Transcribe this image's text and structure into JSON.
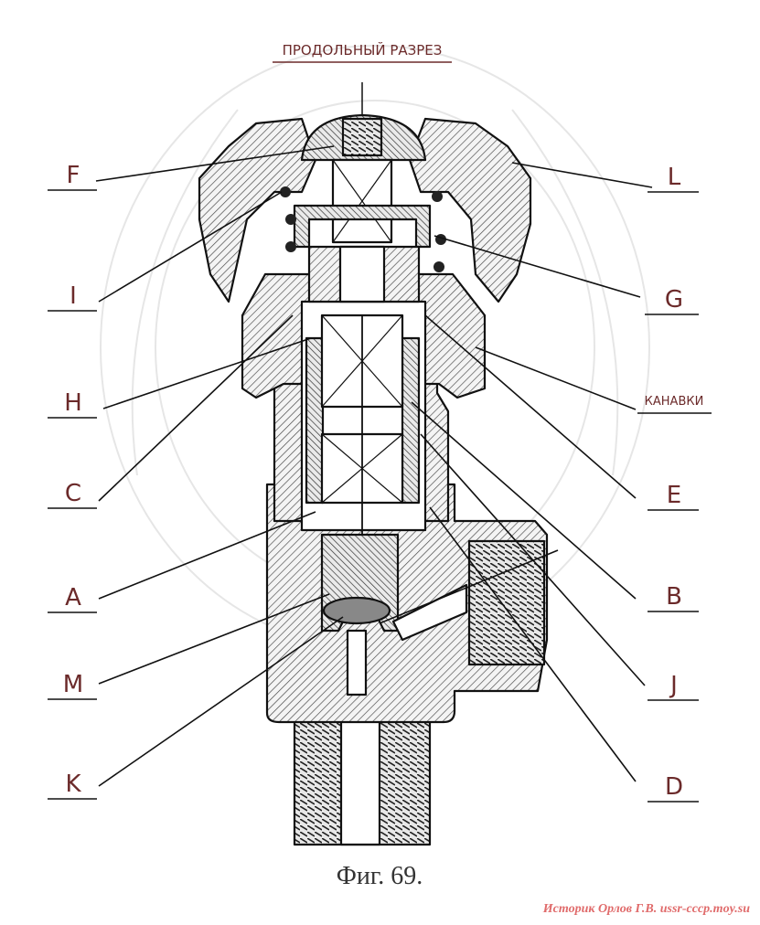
{
  "header": {
    "title": "ПРОДОЛЬНЫЙ РАЗРЕЗ"
  },
  "labels": {
    "F": "F",
    "L": "L",
    "I": "I",
    "G": "G",
    "H": "H",
    "kanavki": "КАНАВКИ",
    "C": "C",
    "E": "E",
    "A": "A",
    "B": "B",
    "M": "M",
    "J": "J",
    "K": "K",
    "D": "D"
  },
  "caption": "Фиг. 69.",
  "watermark": "Историк Орлов Г.В. ussr-cccp.moy.su",
  "colors": {
    "label": "#6b2a2a",
    "line": "#111111",
    "watermark": "#e06b6b"
  }
}
